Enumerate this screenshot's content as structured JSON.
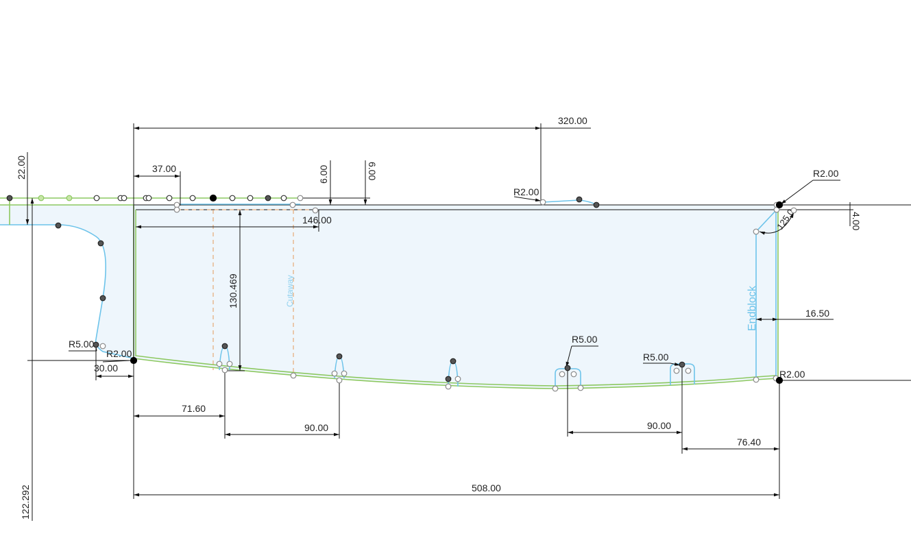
{
  "sketch": {
    "colors": {
      "profile_fill": "#eef6fc",
      "sketch_line": "#6cc3ea",
      "constrained_line": "#8cc860",
      "dimension": "#111111",
      "construction": "#e49a5a"
    },
    "labels": {
      "cutaway": "Cutaway",
      "endblock": "Endblock"
    },
    "dimensions": {
      "overall_top": "320.00",
      "left_offset": "37.00",
      "left_height": "22.00",
      "step_a": "6.00",
      "step_b": "6.00",
      "cutaway_width": "146.00",
      "cutaway_depth": "130.469",
      "top_fillet": "R2.00",
      "corner_fillet_top": "R2.00",
      "top_thickness": "4.00",
      "end_angle": "125.0",
      "endblock_width": "16.50",
      "corner_fillet_bottom": "R2.00",
      "left_total_height": "122.292",
      "left_fillet_r5": "R5.00",
      "left_fillet_r2": "R2.00",
      "left_tab": "30.00",
      "first_slot": "71.60",
      "slot_spacing_left": "90.00",
      "arch_fillet_1": "R5.00",
      "arch_fillet_2": "R5.00",
      "slot_spacing_right": "90.00",
      "right_slot_offset": "76.40",
      "overall_length": "508.00"
    }
  }
}
